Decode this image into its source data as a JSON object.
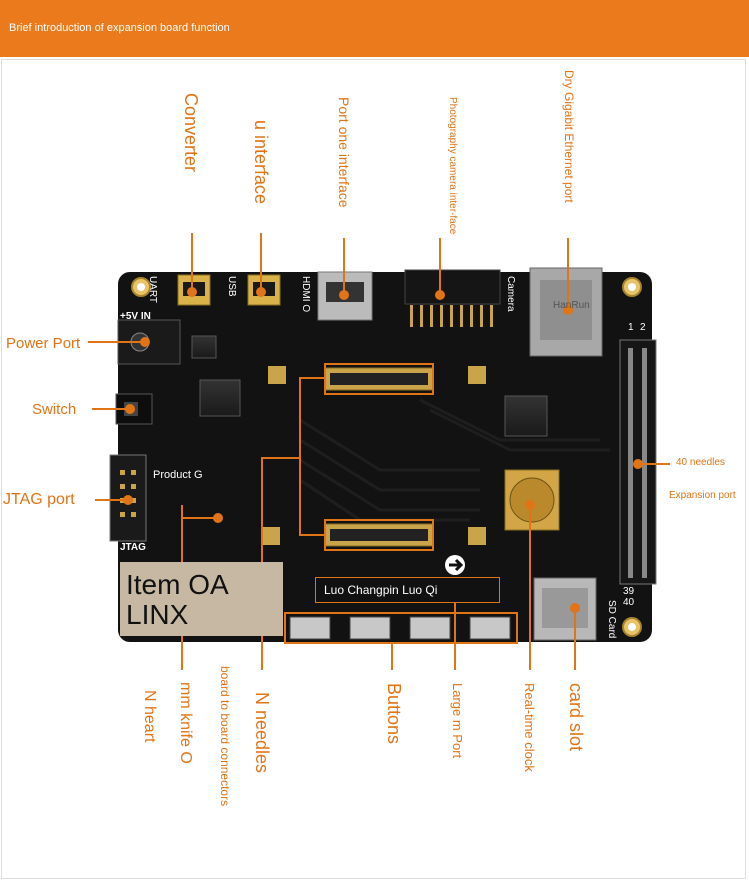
{
  "header": {
    "title": "Brief introduction of expansion board function"
  },
  "labels": {
    "converter": "Converter",
    "u_interface": "u interface",
    "port_one_interface": "Port one interface",
    "camera_interface": "Photography camera inter-face",
    "ethernet": "Dry Gigabit Ethernet port",
    "power_port": "Power Port",
    "switch": "Switch",
    "jtag_port": "JTAG port",
    "forty_needles": "40 needles",
    "expansion_port": "Expansion port",
    "n_heart": "N heart",
    "mm_knife": "mm knife O",
    "b2b": "board to board connectors",
    "n_needles": "N needles",
    "buttons": "Buttons",
    "large_port": "Large m Port",
    "rtc": "Real-time clock",
    "card_slot": "card slot"
  },
  "overlay": {
    "product_g": "Product G",
    "product_title_line1": "Item OA",
    "product_title_line2": "LINX",
    "luo_text": "Luo Changpin Luo Qi"
  },
  "board_silk": {
    "uart": "UART",
    "usb": "USB",
    "hdmi": "HDMI O",
    "camera": "Camera",
    "power": "+5V IN",
    "jtag": "JTAG",
    "sd_card": "SD Card",
    "hanrun": "HanRun",
    "pin1": "1",
    "pin2": "2",
    "pin39": "39",
    "pin40": "40"
  },
  "colors": {
    "accent": "#ea7a1c",
    "label": "#e07416",
    "board": "#111111"
  }
}
